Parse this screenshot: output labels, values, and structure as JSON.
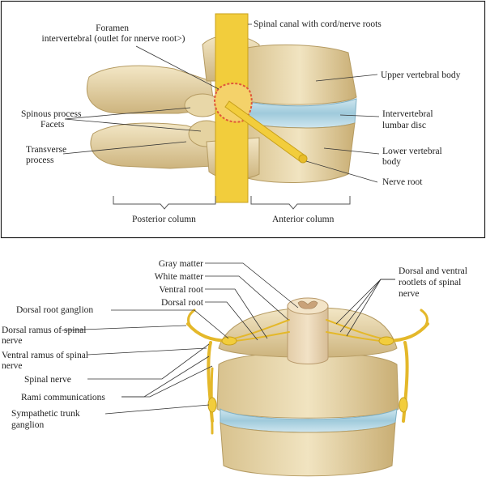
{
  "panel_top": {
    "labels": {
      "foramen": [
        "Foramen",
        "intervertebral (outlet for nnerve root>)"
      ],
      "spinal_canal": [
        "Spinal canal with cord/nerve roots"
      ],
      "upper_body": [
        "Upper vertebral body"
      ],
      "spinous": [
        "Spinous process",
        "Facets"
      ],
      "disc": [
        "Intervertebral",
        "lumbar disc"
      ],
      "transverse": [
        "Transverse",
        "process"
      ],
      "lower_body": [
        "Lower vertebral",
        "body"
      ],
      "nerve_root": [
        "Nerve root"
      ]
    },
    "columns": {
      "posterior": "Posterior column",
      "anterior": "Anterior column"
    }
  },
  "panel_bottom": {
    "labels": {
      "gray": [
        "Gray matter"
      ],
      "white": [
        "White matter"
      ],
      "ventral_root": [
        "Ventral root"
      ],
      "dorsal_root": [
        "Dorsal root"
      ],
      "rootlets": [
        "Dorsal and ventral",
        "rootlets of spinal",
        "nerve"
      ],
      "drg": [
        "Dorsal root ganglion"
      ],
      "dorsal_ramus": [
        "Dorsal ramus of spinal",
        "nerve"
      ],
      "ventral_ramus": [
        "Ventral ramus of spinal",
        "nerve"
      ],
      "spinal_nerve": [
        "Spinal nerve"
      ],
      "rami": [
        "Rami communications"
      ],
      "sympathetic": [
        "Sympathetic trunk",
        "ganglion"
      ]
    }
  },
  "colors": {
    "bone": "#eadbb0",
    "bone_shade": "#cbb37c",
    "disc": "#a9cfe0",
    "nerve": "#f2cd3c",
    "cord_gray": "#caa27a",
    "cord_white": "#e9d3b3",
    "foramen_ring": "#e0563a",
    "leader": "#333333"
  }
}
